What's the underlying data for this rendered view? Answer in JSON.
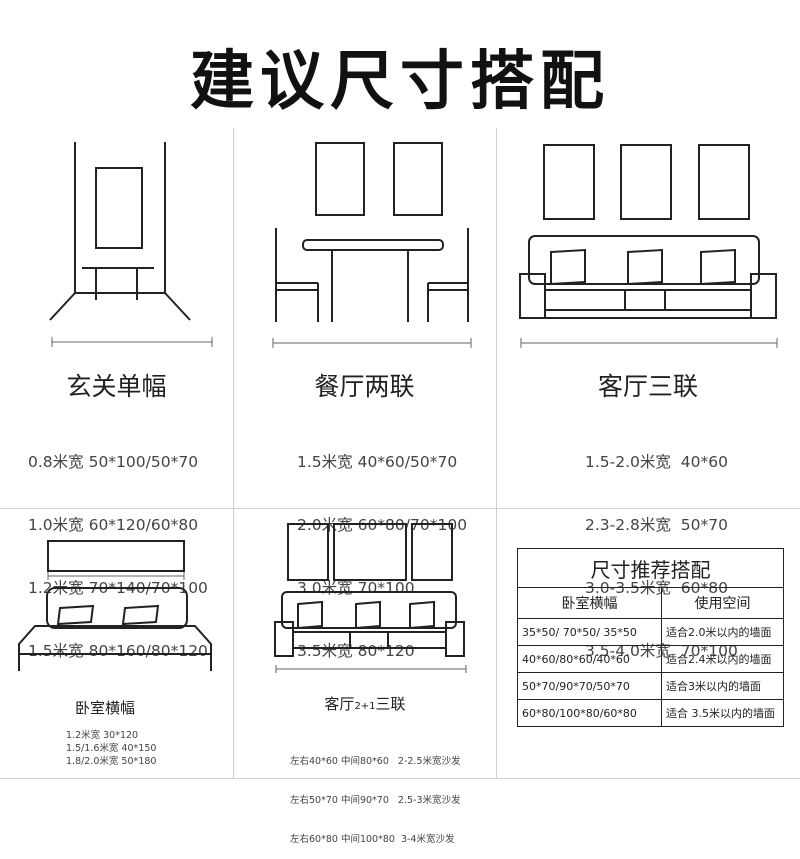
{
  "header": {
    "title": "建议尺寸搭配"
  },
  "sections": [
    {
      "title": "玄关单幅",
      "specs": [
        "0.8米宽 50*100/50*70",
        "1.0米宽 60*120/60*80",
        "1.2米宽 70*140/70*100",
        "1.5米宽 80*160/80*120"
      ]
    },
    {
      "title": "餐厅两联",
      "specs": [
        "1.5米宽 40*60/50*70",
        "2.0米宽 60*80/70*100",
        "3.0米宽 70*100",
        "3.5米宽 80*120"
      ]
    },
    {
      "title": "客厅三联",
      "specs": [
        "1.5-2.0米宽  40*60",
        "2.3-2.8米宽  50*70",
        "3.0-3.5米宽  60*80",
        "3.5-4.0米宽  70*100"
      ]
    },
    {
      "title": "卧室横幅",
      "specs": [
        "1.2米宽 30*120",
        "1.5/1.6米宽  40*150",
        "1.8/2.0米宽  50*180"
      ]
    },
    {
      "title_main": "客厅",
      "title_sub": "2+1",
      "title_end": "三联",
      "specs": [
        "左右40*60 中间80*60   2-2.5米宽沙发",
        "左右50*70 中间90*70   2.5-3米宽沙发",
        "左右60*80 中间100*80  3-4米宽沙发"
      ]
    }
  ],
  "table": {
    "title": "尺寸推荐搭配",
    "headers": [
      "卧室横幅",
      "使用空间"
    ],
    "rows": [
      [
        "35*50/ 70*50/ 35*50",
        "适合2.0米以内的墙面"
      ],
      [
        "40*60/80*60/40*60",
        "适合2.4米以内的墙面"
      ],
      [
        "50*70/90*70/50*70",
        "适合3米以内的墙面"
      ],
      [
        "60*80/100*80/60*80",
        "适合 3.5米以内的墙面"
      ]
    ]
  }
}
